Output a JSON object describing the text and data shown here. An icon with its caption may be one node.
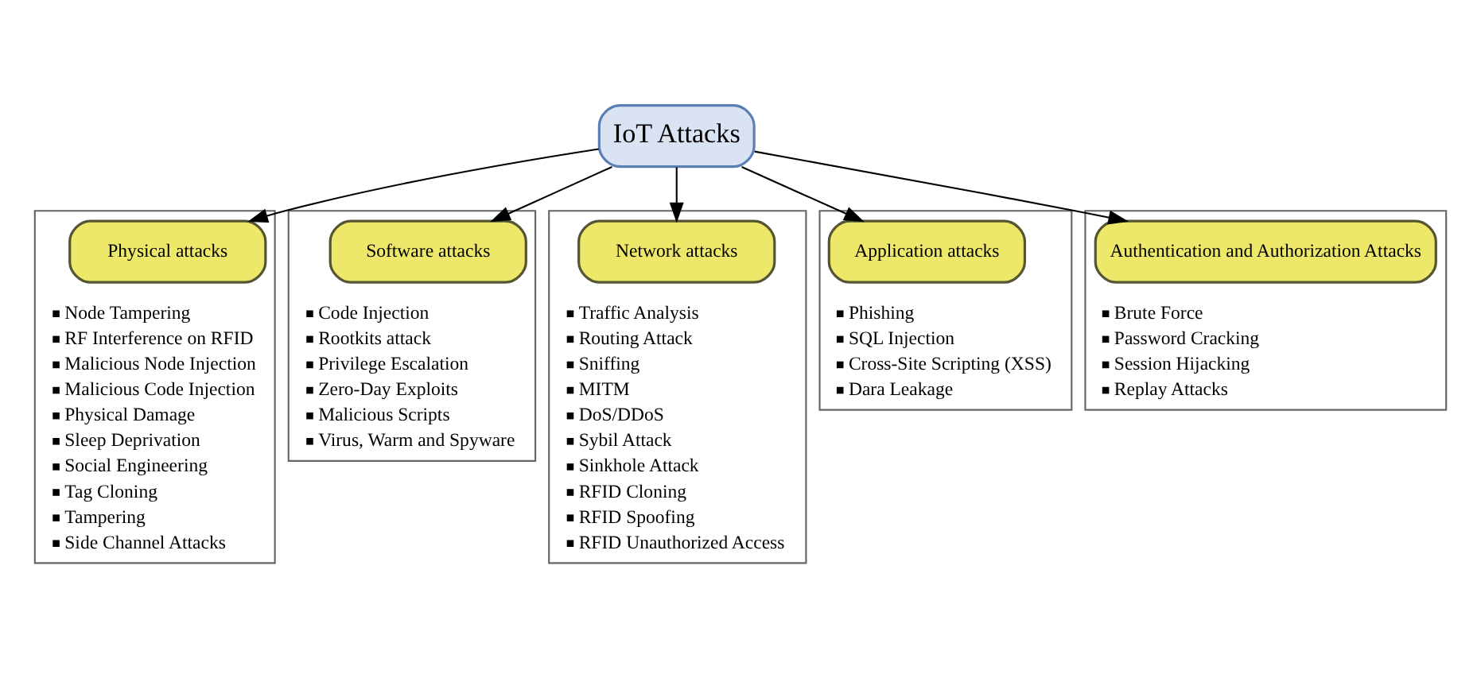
{
  "diagram": {
    "nodes": [
      {
        "text": [
          "IoT Attacks"
        ]
      },
      {
        "text": [
          "Node Tampering",
          "RF Interference on RFID",
          "Malicious Node Injection",
          "Malicious Code Injection",
          "Physical Damage",
          "Sleep Deprivation",
          "Social Engineering",
          "Tag Cloning",
          "Tampering",
          "Side Channel Attacks"
        ]
      },
      {
        "text": [
          "Physical attacks"
        ],
        "in": 1
      },
      {
        "text": [
          "Code Injection",
          "Rootkits attack",
          "Privilege Escalation",
          "Zero-Day Exploits",
          "Malicious Scripts",
          "Virus, Warm and Spyware"
        ]
      },
      {
        "text": [
          "Software attacks"
        ],
        "in": 3
      },
      {
        "text": [
          "Traffic Analysis",
          "Routing Attack",
          "Sniffing",
          "MITM",
          "DoS/DDoS",
          "Sybil Attack",
          "Sinkhole Attack",
          "RFID Cloning",
          "RFID Spoofing",
          "RFID Unauthorized Access"
        ]
      },
      {
        "text": [
          "Network attacks"
        ],
        "in": 5
      },
      {
        "text": [
          "Phishing",
          "SQL Injection",
          "Cross-Site Scripting (XSS)",
          "Dara Leakage"
        ]
      },
      {
        "text": [
          "Application attacks"
        ],
        "in": 7
      },
      {
        "text": [
          "Brute Force",
          "Password Cracking",
          "Session Hijacking",
          "Replay Attacks"
        ]
      },
      {
        "text": [
          "Authentication and Authorization Attacks"
        ],
        "in": 9
      }
    ],
    "edges": [
      {
        "from": 0,
        "to": 2,
        "arrow": "to"
      },
      {
        "from": 0,
        "to": 4,
        "arrow": "to"
      },
      {
        "from": 0,
        "to": 6,
        "arrow": "to"
      },
      {
        "from": 0,
        "to": 8,
        "arrow": "to"
      },
      {
        "from": 0,
        "to": 10,
        "arrow": "to"
      }
    ]
  }
}
